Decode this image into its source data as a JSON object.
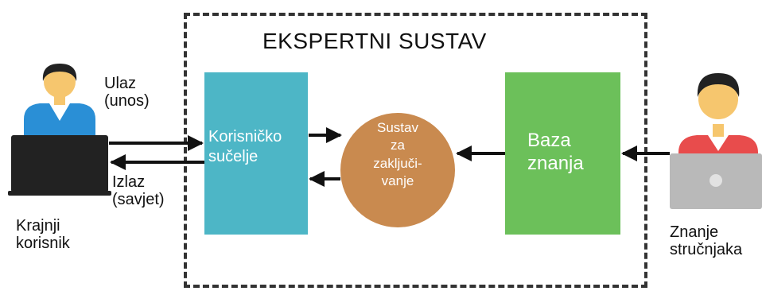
{
  "title": "EKSPERTNI SUSTAV",
  "user_interface": {
    "line1": "Korisničko",
    "line2": "sučelje"
  },
  "inference_engine": {
    "line1": "Sustav",
    "line2": "za",
    "line3": "zaključi-",
    "line4": "vanje"
  },
  "knowledge_base": {
    "line1": "Baza",
    "line2": "znanja"
  },
  "input": {
    "line1": "Ulaz",
    "line2": "(unos)"
  },
  "output": {
    "line1": "Izlaz",
    "line2": "(savjet)"
  },
  "end_user": {
    "line1": "Krajnji",
    "line2": "korisnik"
  },
  "expert_knowledge": {
    "line1": "Znanje",
    "line2": "stručnjaka"
  },
  "colors": {
    "user_interface": "#4db6c6",
    "inference_engine": "#c98a4f",
    "knowledge_base": "#6cc05a",
    "user_shirt": "#2a8fd6",
    "expert_shirt": "#e84c4c",
    "laptop_dark": "#222222",
    "laptop_light": "#b9b9b9",
    "skin": "#f6c66e"
  }
}
